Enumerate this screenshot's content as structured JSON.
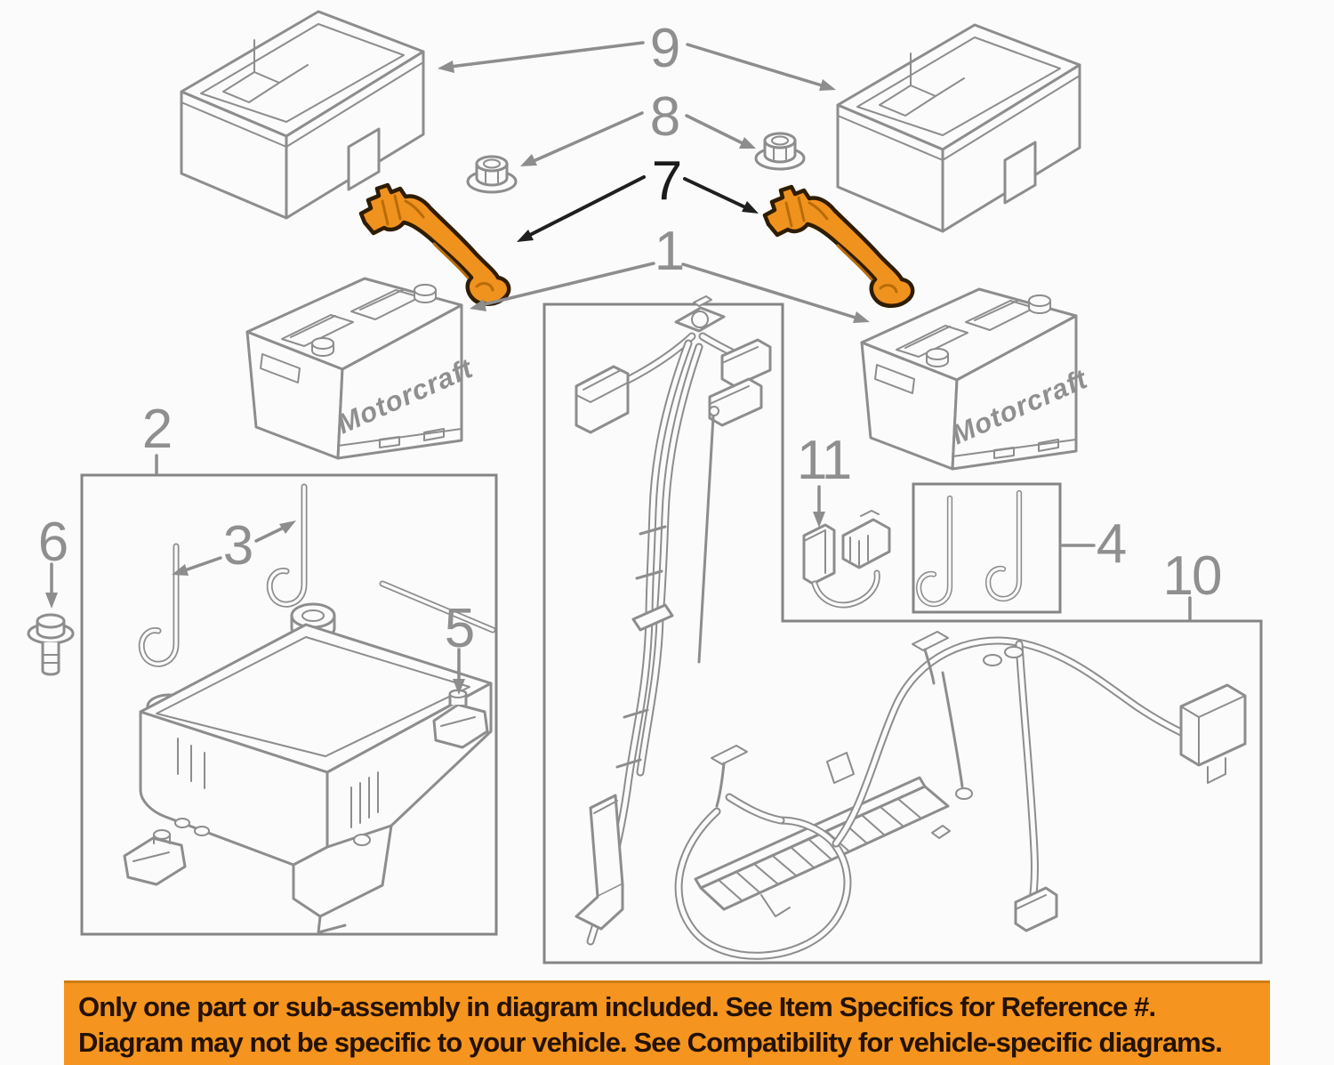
{
  "diagram": {
    "brand_text": "Motorcraft",
    "highlight_color": "#F0921E",
    "line_color": "#8d8d8d",
    "callouts": [
      {
        "label": "1",
        "highlighted": false
      },
      {
        "label": "2",
        "highlighted": false
      },
      {
        "label": "3",
        "highlighted": false
      },
      {
        "label": "4",
        "highlighted": false
      },
      {
        "label": "5",
        "highlighted": false
      },
      {
        "label": "6",
        "highlighted": false
      },
      {
        "label": "7",
        "highlighted": true
      },
      {
        "label": "8",
        "highlighted": false
      },
      {
        "label": "9",
        "highlighted": false
      },
      {
        "label": "10",
        "highlighted": false
      },
      {
        "label": "11",
        "highlighted": false
      }
    ]
  },
  "banner": {
    "background_color": "#F5941E",
    "text_color": "#231204",
    "line1": "Only one part or sub-assembly in diagram included. See Item Specifics for Reference #.",
    "line2": "Diagram may not be specific to your vehicle. See Compatibility for vehicle-specific diagrams."
  }
}
